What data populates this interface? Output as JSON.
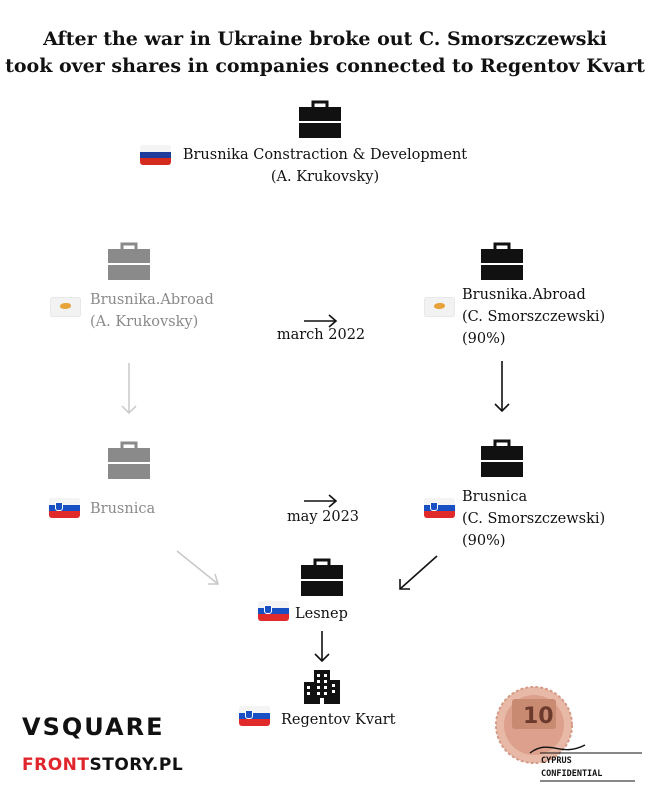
{
  "title": {
    "line1": "After the war in Ukraine broke out C. Smorszczewski",
    "line2": "took over shares in companies connected to Regentov Kvart"
  },
  "nodes": {
    "brusnika_cd": {
      "name": "Brusnika Constraction & Development",
      "owner": "(A. Krukovsky)",
      "flag": "Russia",
      "icon": "briefcase-icon"
    },
    "abroad_before": {
      "name": "Brusnika.Abroad",
      "owner": "(A. Krukovsky)",
      "flag": "Cyprus",
      "icon": "briefcase-icon",
      "color": "#8a8a8a"
    },
    "abroad_after": {
      "name": "Brusnika.Abroad",
      "owner": "(C. Smorszczewski)",
      "share": "(90%)",
      "flag": "Cyprus",
      "icon": "briefcase-icon"
    },
    "brusnica_before": {
      "name": "Brusnica",
      "flag": "Slovenia",
      "icon": "briefcase-icon",
      "color": "#8a8a8a"
    },
    "brusnica_after": {
      "name": "Brusnica",
      "owner": "(C. Smorszczewski)",
      "share": "(90%)",
      "flag": "Slovenia",
      "icon": "briefcase-icon"
    },
    "lesnep": {
      "name": "Lesnep",
      "flag": "Slovenia",
      "icon": "briefcase-icon"
    },
    "regentov": {
      "name": "Regentov Kvart",
      "flag": "Slovenia",
      "icon": "building-icon"
    }
  },
  "transitions": {
    "first": "march 2022",
    "second": "may 2023"
  },
  "footer": {
    "vsquare_logo": "VSQUARE",
    "frontstory_red": "FRONT",
    "frontstory_rest": "STORY.PL",
    "cyprus_line1": "CYPRUS",
    "cyprus_line2": "CONFIDENTIAL"
  },
  "colors": {
    "active": "#111111",
    "inactive": "#8a8a8a",
    "inactive_arrow": "#c8c8c8",
    "brand_red": "#e0262d"
  }
}
